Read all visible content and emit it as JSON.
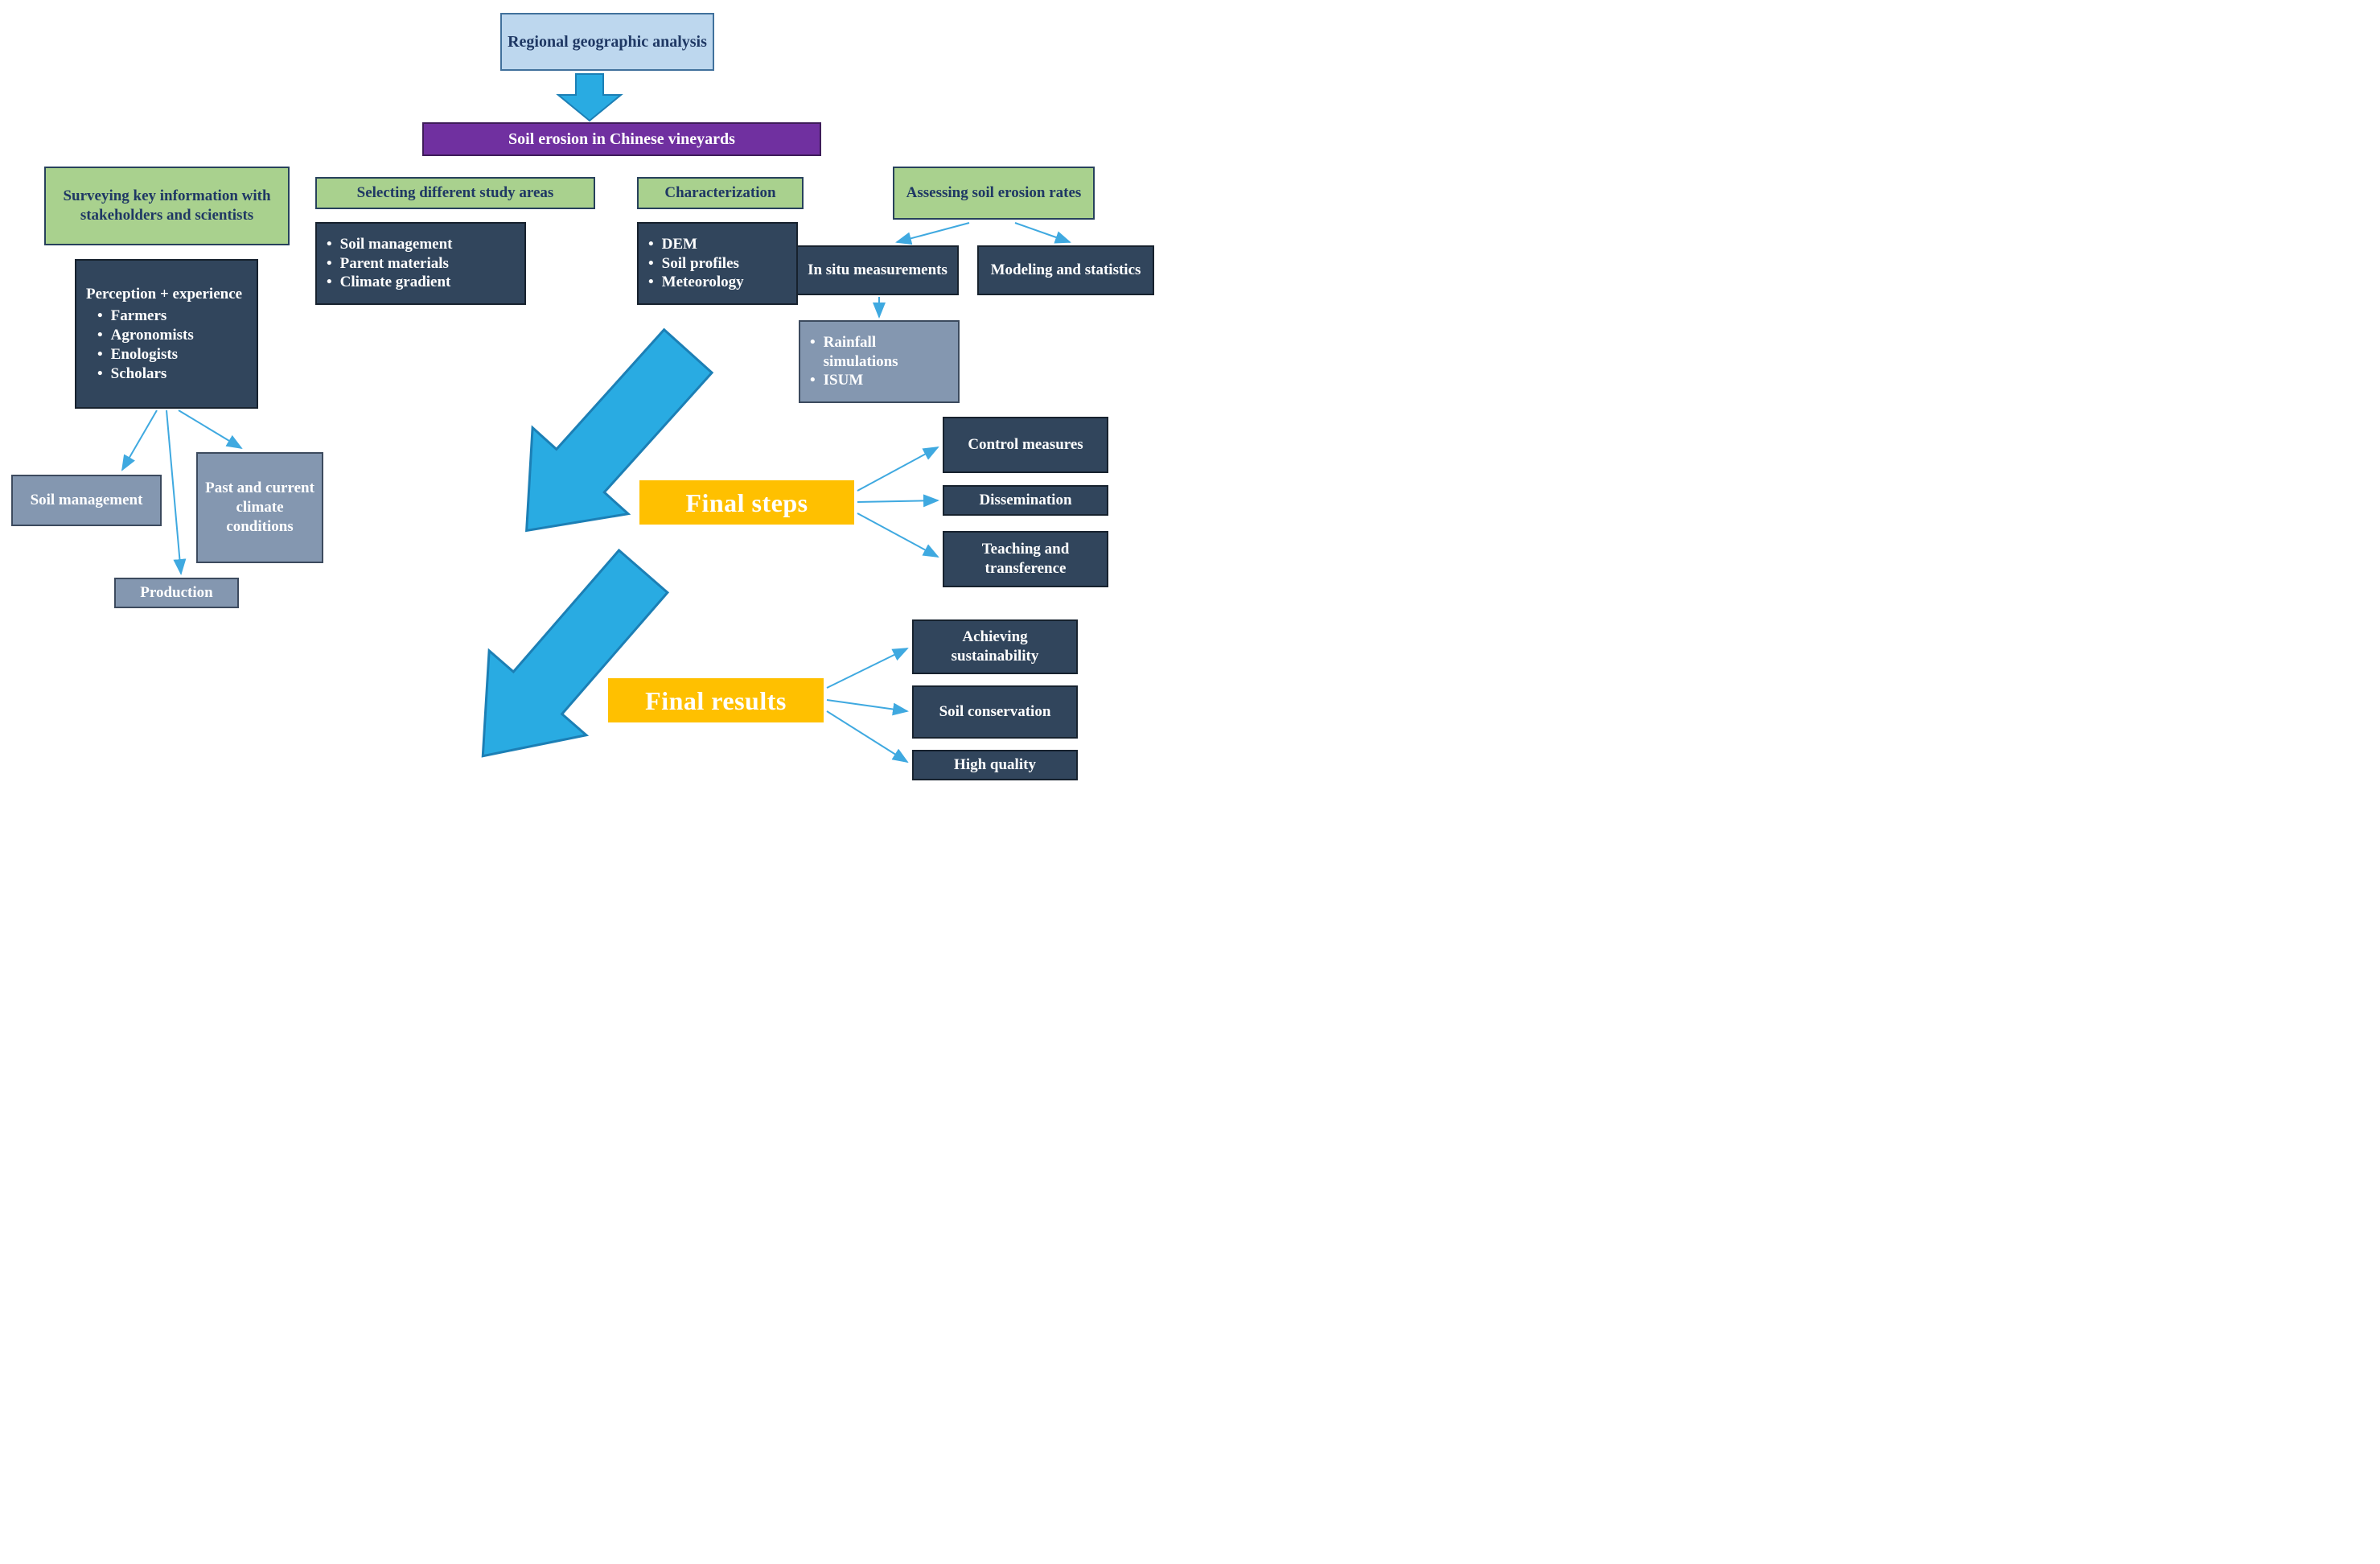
{
  "ui": {
    "bullet": "•"
  },
  "colors": {
    "light_blue": "#BDD7EE",
    "purple": "#7030A0",
    "green": "#A9D18E",
    "dark_navy": "#31455C",
    "steel_blue": "#8497B0",
    "orange": "#FFC000",
    "arrow_blue": "#29ABE2",
    "text_dark": "#1F3864"
  },
  "top": {
    "regional": "Regional geographic analysis",
    "main": "Soil erosion in Chinese vineyards"
  },
  "surveying": {
    "header": "Surveying key information with stakeholders and scientists",
    "perception": {
      "title": "Perception + experience",
      "items": [
        "Farmers",
        "Agronomists",
        "Enologists",
        "Scholars"
      ]
    },
    "soil_management": "Soil management",
    "past_climate": "Past and current climate conditions",
    "production": "Production"
  },
  "selecting": {
    "header": "Selecting different study areas",
    "items": [
      "Soil management",
      "Parent materials",
      "Climate gradient"
    ]
  },
  "characterization": {
    "header": "Characterization",
    "items": [
      "DEM",
      "Soil profiles",
      "Meteorology"
    ]
  },
  "assessing": {
    "header": "Assessing soil erosion rates",
    "in_situ": "In situ measurements",
    "modeling": "Modeling and statistics",
    "in_situ_details": [
      "Rainfall simulations",
      "ISUM"
    ]
  },
  "final_steps": {
    "label": "Final steps",
    "outputs": [
      "Control measures",
      "Dissemination",
      "Teaching and transference"
    ]
  },
  "final_results": {
    "label": "Final results",
    "outputs": [
      "Achieving sustainability",
      "Soil conservation",
      "High quality"
    ]
  }
}
